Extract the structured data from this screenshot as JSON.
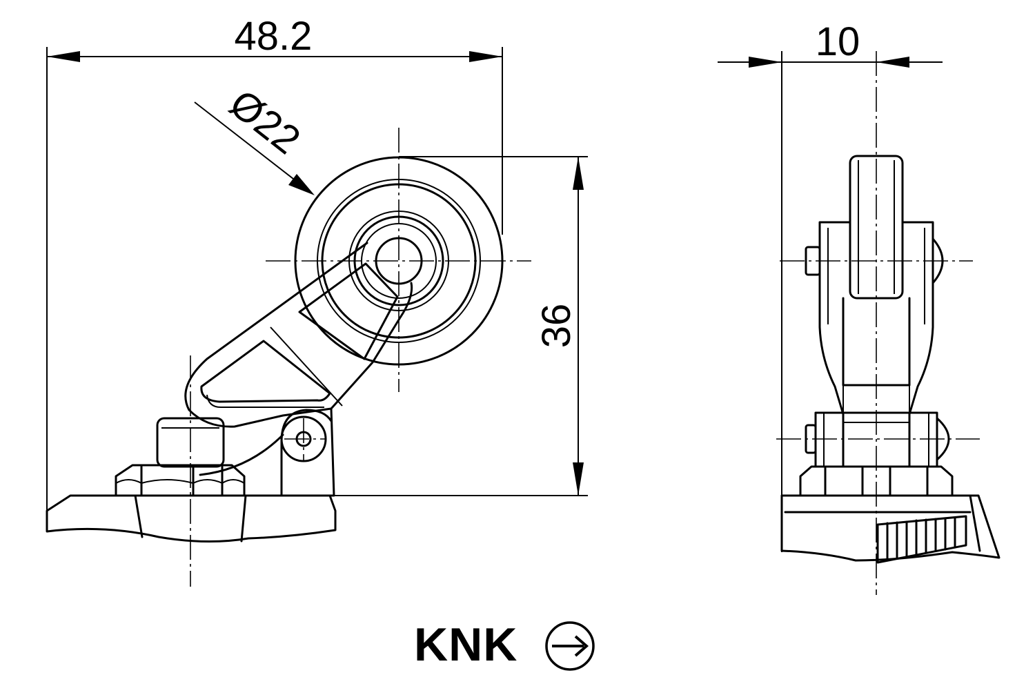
{
  "dimensions": {
    "width_overall": "48.2",
    "roller_diameter": "Ø22",
    "height_overall": "36",
    "width_side": "10"
  },
  "caption": {
    "label": "KNK",
    "direction_icon": "arrow-right-circle-icon"
  }
}
